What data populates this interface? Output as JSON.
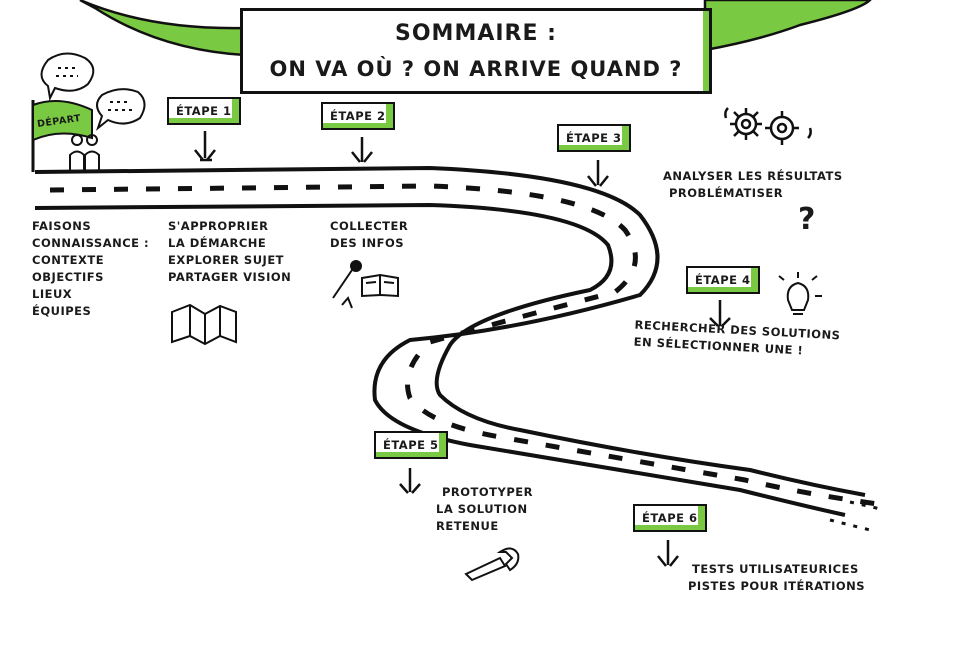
{
  "title": {
    "line1": "SOMMAIRE :",
    "line2": "ON VA OÙ ? ON ARRIVE QUAND ?"
  },
  "depart": {
    "label": "DÉPART"
  },
  "steps": [
    {
      "label": "ÉTAPE 1",
      "lines": [
        "S'APPROPRIER",
        "LA DÉMARCHE",
        "EXPLORER SUJET",
        "PARTAGER VISION"
      ]
    },
    {
      "label": "ÉTAPE 2",
      "lines": [
        "COLLECTER",
        "DES INFOS"
      ]
    },
    {
      "label": "ÉTAPE 3",
      "lines": [
        "ANALYSER LES RÉSULTATS",
        "PROBLÉMATISER"
      ]
    },
    {
      "label": "ÉTAPE 4",
      "lines": [
        "RECHERCHER DES SOLUTIONS",
        "EN SÉLECTIONNER UNE !"
      ]
    },
    {
      "label": "ÉTAPE 5",
      "lines": [
        "PROTOTYPER",
        "LA SOLUTION",
        "RETENUE"
      ]
    },
    {
      "label": "ÉTAPE 6",
      "lines": [
        "TESTS UTILISATEURICES",
        "PISTES POUR ITÉRATIONS"
      ]
    }
  ],
  "intro": {
    "lines": [
      "FAISONS",
      "CONNAISSANCE :",
      "CONTEXTE",
      "OBJECTIFS",
      "LIEUX",
      "ÉQUIPES"
    ]
  },
  "question_mark": "?",
  "colors": {
    "accent": "#7ac943",
    "ink": "#111111"
  },
  "icons": [
    "speech-bubble-icon",
    "people-icon",
    "map-icon",
    "microphone-icon",
    "book-icon",
    "gears-icon",
    "question-icon",
    "lightbulb-icon",
    "wrench-icon"
  ]
}
